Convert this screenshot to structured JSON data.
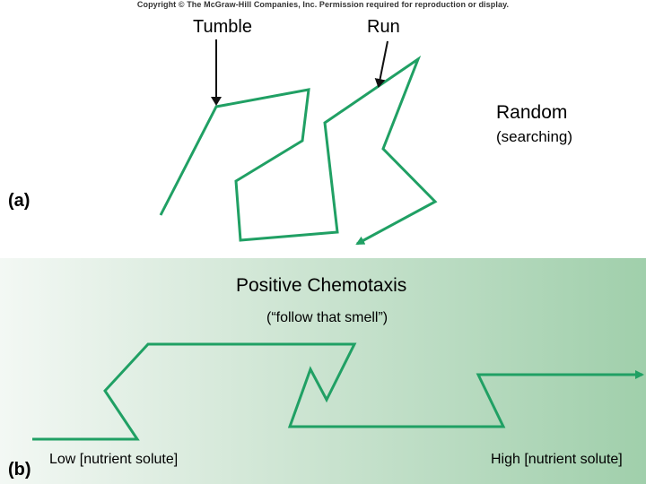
{
  "header": {
    "copyright": "Copyright © The McGraw-Hill Companies, Inc.  Permission required for reproduction or display."
  },
  "panel_a": {
    "letter": "(a)",
    "tumble_label": "Tumble",
    "run_label": "Run",
    "title": "Random",
    "subtitle": "(searching)"
  },
  "panel_b": {
    "letter": "(b)",
    "title": "Positive Chemotaxis",
    "subtitle": "(“follow that smell”)",
    "low_label": "Low [nutrient solute]",
    "high_label": "High [nutrient solute]"
  },
  "colors": {
    "path": "#20a064",
    "arrow": "#111111",
    "gradient_start": "#f3f8f4",
    "gradient_end": "#a0cfab"
  }
}
